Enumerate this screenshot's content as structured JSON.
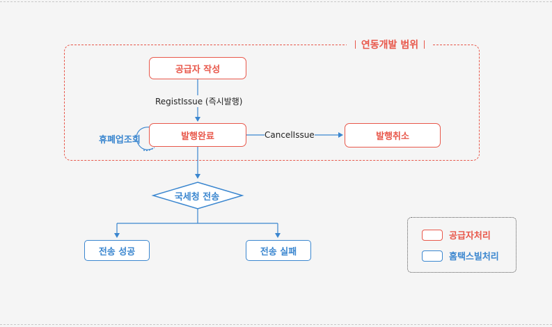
{
  "scope": {
    "title": "연동개발 범위"
  },
  "nodes": {
    "write": "공급자 작성",
    "issued": "발행완료",
    "cancel": "발행취소",
    "nts": "국세청 전송",
    "success": "전송 성공",
    "fail": "전송 실패"
  },
  "edges": {
    "regist": "RegistIssue (즉시발행)",
    "cancel": "CancelIssue",
    "loop": "휴폐업조회"
  },
  "legend": {
    "supplier": "공급자처리",
    "hometax": "홈택스빌처리"
  },
  "colors": {
    "supplier": "#e8574a",
    "hometax": "#3a86cf"
  }
}
